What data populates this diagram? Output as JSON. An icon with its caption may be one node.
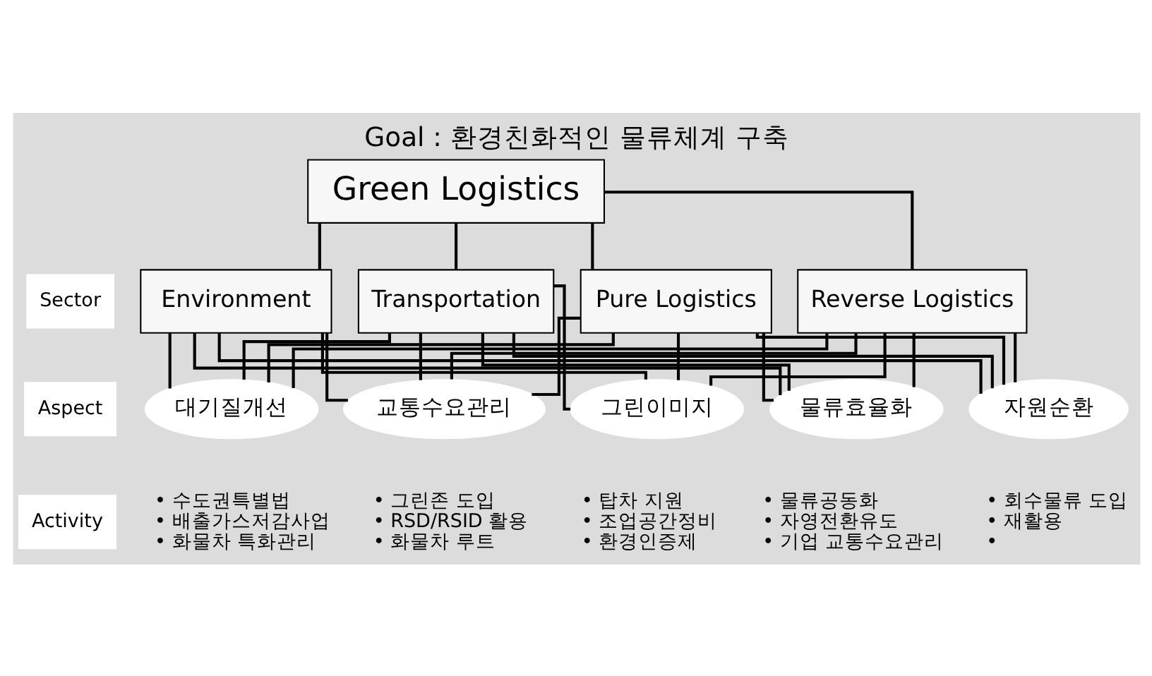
{
  "diagram": {
    "title": "Goal : 환경친화적인 물류체계 구축",
    "nodes": [
      {
        "text": [
          "Green Logistics"
        ]
      },
      {
        "text": [
          "Environment"
        ]
      },
      {
        "text": [
          "Transportation"
        ]
      },
      {
        "text": [
          "Pure Logistics"
        ]
      },
      {
        "text": [
          "Reverse Logistics"
        ]
      },
      {
        "text": [
          "대기질개선"
        ]
      },
      {
        "text": [
          "교통수요관리"
        ]
      },
      {
        "text": [
          "그린이미지"
        ]
      },
      {
        "text": [
          "물류효율화"
        ]
      },
      {
        "text": [
          "자원순환"
        ]
      }
    ],
    "edges": [
      {
        "from": 0,
        "to": 1,
        "arrow": "none"
      },
      {
        "from": 0,
        "to": 2,
        "arrow": "none"
      },
      {
        "from": 0,
        "to": 3,
        "arrow": "none"
      },
      {
        "from": 0,
        "to": 4,
        "arrow": "none"
      },
      {
        "from": 1,
        "to": 5,
        "arrow": "none"
      },
      {
        "from": 1,
        "to": 6,
        "arrow": "none"
      },
      {
        "from": 1,
        "to": 7,
        "arrow": "none"
      },
      {
        "from": 1,
        "to": 8,
        "arrow": "none"
      },
      {
        "from": 1,
        "to": 9,
        "arrow": "none"
      },
      {
        "from": 2,
        "to": 5,
        "arrow": "none"
      },
      {
        "from": 2,
        "to": 6,
        "arrow": "none"
      },
      {
        "from": 2,
        "to": 7,
        "arrow": "none"
      },
      {
        "from": 2,
        "to": 8,
        "arrow": "none"
      },
      {
        "from": 2,
        "to": 9,
        "arrow": "none"
      },
      {
        "from": 3,
        "to": 5,
        "arrow": "none"
      },
      {
        "from": 3,
        "to": 6,
        "arrow": "none"
      },
      {
        "from": 3,
        "to": 7,
        "arrow": "none"
      },
      {
        "from": 3,
        "to": 8,
        "arrow": "none"
      },
      {
        "from": 3,
        "to": 9,
        "arrow": "none"
      },
      {
        "from": 4,
        "to": 5,
        "arrow": "none"
      },
      {
        "from": 4,
        "to": 6,
        "arrow": "none"
      },
      {
        "from": 4,
        "to": 7,
        "arrow": "none"
      },
      {
        "from": 4,
        "to": 8,
        "arrow": "none"
      },
      {
        "from": 4,
        "to": 9,
        "arrow": "none"
      }
    ],
    "labels": [
      "Sector",
      "Aspect",
      "Activity",
      "• 수도권특별법",
      "• 배출가스저감사업",
      "• 화물차 특화관리",
      "• 그린존 도입",
      "• RSD/RSID 활용",
      "• 화물차 루트",
      "• 탑차 지원",
      "• 조업공간정비",
      "• 환경인증제",
      "• 물류공동화",
      "• 자영전환유도",
      "• 기업 교통수요관리",
      "• 회수물류 도입",
      "• 재활용",
      "•"
    ]
  }
}
